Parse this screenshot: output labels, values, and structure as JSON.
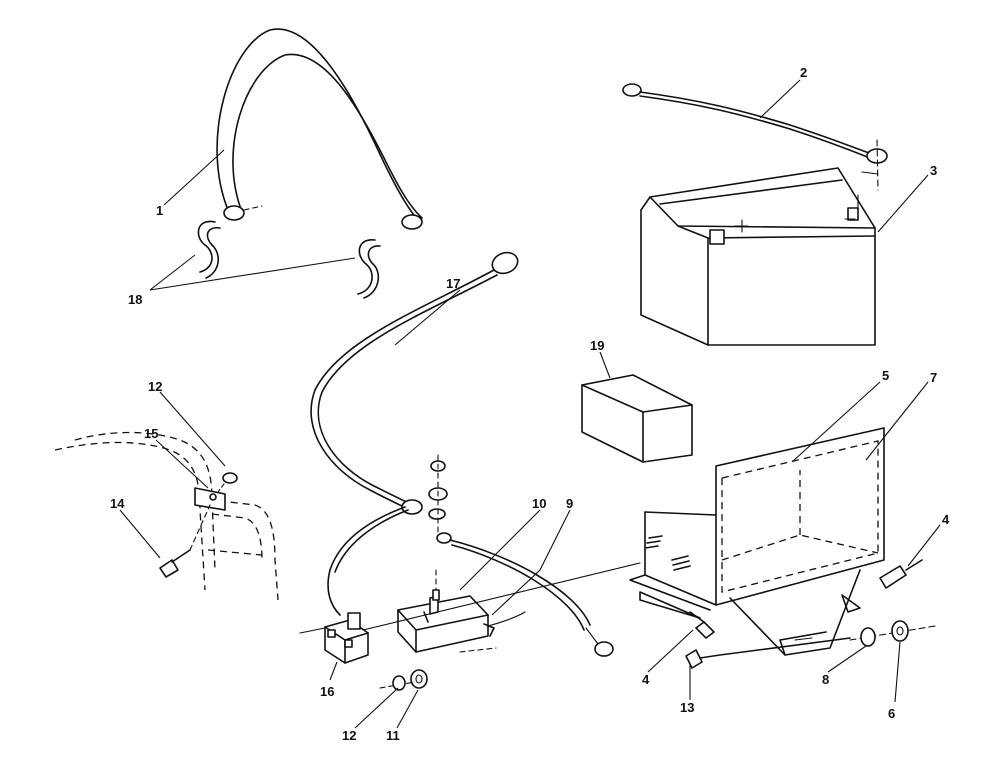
{
  "callouts": {
    "c1": "1",
    "c2": "2",
    "c3": "3",
    "c4a": "4",
    "c4b": "4",
    "c5": "5",
    "c6": "6",
    "c7": "7",
    "c8": "8",
    "c9": "9",
    "c10": "10",
    "c11": "11",
    "c12a": "12",
    "c12b": "12",
    "c13": "13",
    "c14": "14",
    "c15": "15",
    "c16": "16",
    "c17": "17",
    "c18": "18",
    "c19": "19"
  }
}
